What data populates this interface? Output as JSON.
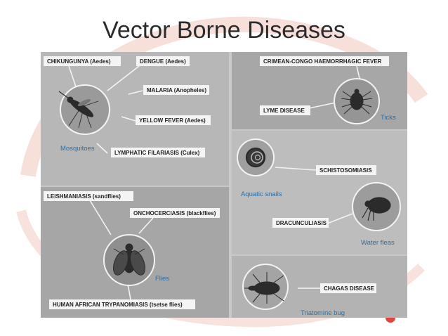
{
  "slide": {
    "title": "Vector Borne Diseases"
  },
  "panels": {
    "mosquitoes": {
      "caption": "Mosquitoes",
      "diseases": [
        "CHIKUNGUNYA (Aedes)",
        "DENGUE (Aedes)",
        "MALARIA (Anopheles)",
        "YELLOW FEVER (Aedes)",
        "LYMPHATIC FILARIASIS (Culex)"
      ]
    },
    "ticks": {
      "caption": "Ticks",
      "diseases": [
        "CRIMEAN-CONGO HAEMORRHAGIC FEVER",
        "LYME DISEASE"
      ]
    },
    "aquatic_snails": {
      "caption": "Aquatic snails",
      "diseases": [
        "SCHISTOSOMIASIS"
      ]
    },
    "water_fleas": {
      "caption": "Water fleas",
      "diseases": [
        "DRACUNCULIASIS"
      ]
    },
    "flies": {
      "caption": "Flies",
      "diseases": [
        "LEISHMANIASIS (sandflies)",
        "ONCHOCERCIASIS (blackflies)",
        "HUMAN AFRICAN TRYPANOMIASIS (tsetse flies)"
      ]
    },
    "triatomine": {
      "caption": "Triatomine bug",
      "diseases": [
        "CHAGAS DISEASE"
      ]
    }
  },
  "colors": {
    "panel_light": "#b9b9b9",
    "panel_dark": "#a3a3a3",
    "caption": "#2a6fa6",
    "swoosh": "#e48f86"
  }
}
